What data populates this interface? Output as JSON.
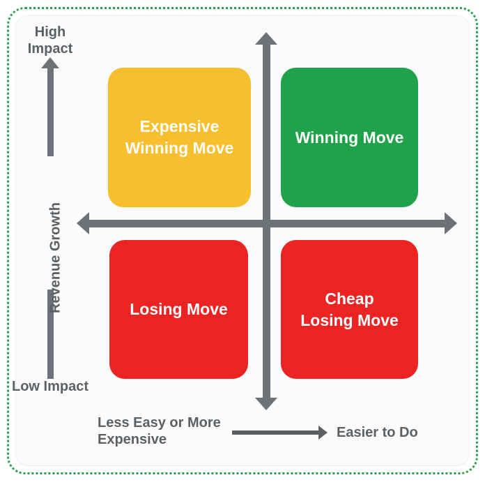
{
  "diagram": {
    "type": "2x2-matrix",
    "axes": {
      "vertical": {
        "name": "Revenue Growth",
        "top_label_line1": "High",
        "top_label_line2": "Impact",
        "bottom_label_line1": "Low",
        "bottom_label_line2": "Impact",
        "top_label": "High Impact",
        "bottom_label": "Low Impact"
      },
      "horizontal": {
        "left_label_line1": "Less Easy or",
        "left_label_line2": "More Expensive",
        "left_label": "Less Easy or More Expensive",
        "right_label": "Easier to Do"
      }
    },
    "quadrants": [
      {
        "id": "expensive-winning-move",
        "label_line1": "Expensive",
        "label_line2": "Winning Move",
        "label": "Expensive Winning Move",
        "color": "#f7bf2d",
        "position": "top-left"
      },
      {
        "id": "winning-move",
        "label_line1": "Winning Move",
        "label_line2": "",
        "label": "Winning Move",
        "color": "#1fa24a",
        "position": "top-right"
      },
      {
        "id": "losing-move",
        "label_line1": "Losing Move",
        "label_line2": "",
        "label": "Losing Move",
        "color": "#ea2323",
        "position": "bottom-left"
      },
      {
        "id": "cheap-losing-move",
        "label_line1": "Cheap",
        "label_line2": "Losing Move",
        "label": "Cheap Losing Move",
        "color": "#ea2323",
        "position": "bottom-right"
      }
    ],
    "colors": {
      "axis": "#6d7278",
      "axis_text": "#5b6065",
      "frame_border": "#2e9e54",
      "card_background": "#fbfbfb",
      "page_background": "#ffffff",
      "yellow": "#f7bf2d",
      "green": "#1fa24a",
      "red": "#ea2323"
    }
  }
}
